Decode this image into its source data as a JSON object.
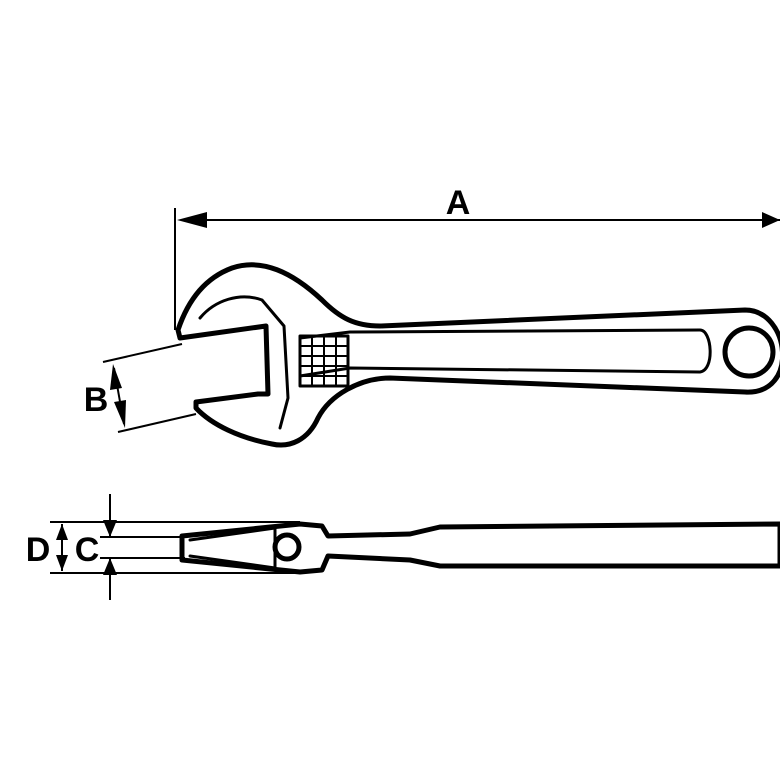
{
  "labels": {
    "length": "A",
    "jaw_opening": "B",
    "head_thickness": "D",
    "jaw_thickness": "C"
  },
  "colors": {
    "line": "#000000",
    "background": "#ffffff"
  }
}
